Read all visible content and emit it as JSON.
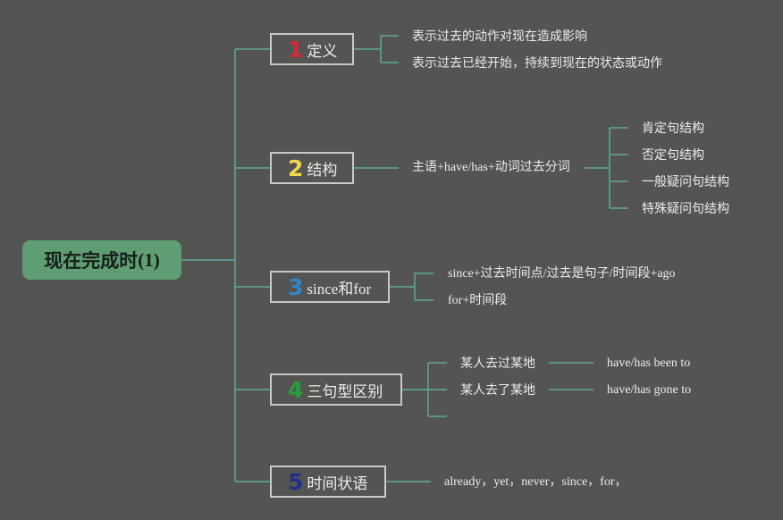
{
  "colors": {
    "background": "#545553",
    "connector": "#5fa89a",
    "root_fill": "#5f9e72",
    "num_1": "#d42a3a",
    "num_2": "#efd64a",
    "num_3": "#2e86c8",
    "num_4": "#27a03c",
    "num_5": "#22308a"
  },
  "root": {
    "title": "现在完成时",
    "suffix": "(1)"
  },
  "topics": [
    {
      "number": "1",
      "label": "定义"
    },
    {
      "number": "2",
      "label": "结构"
    },
    {
      "number": "3",
      "label": "since和for"
    },
    {
      "number": "4",
      "label": "三句型区别"
    },
    {
      "number": "5",
      "label": "时间状语"
    }
  ],
  "definition": {
    "items": [
      "表示过去的动作对现在造成影响",
      "表示过去已经开始，持续到现在的状态或动作"
    ]
  },
  "structure": {
    "formula": "主语+have/has+动词过去分词",
    "types": [
      "肯定句结构",
      "否定句结构",
      "一般疑问句结构",
      "特殊疑问句结构"
    ]
  },
  "since_for": {
    "items": [
      "since+过去时间点/过去是句子/时间段+ago",
      "for+时间段"
    ]
  },
  "difference": {
    "items": [
      {
        "phrase": "某人去过某地",
        "form": "have/has been to"
      },
      {
        "phrase": "某人去了某地",
        "form": "have/has gone to"
      }
    ]
  },
  "adverbials": {
    "text": "already，yet，never，since，for，"
  }
}
